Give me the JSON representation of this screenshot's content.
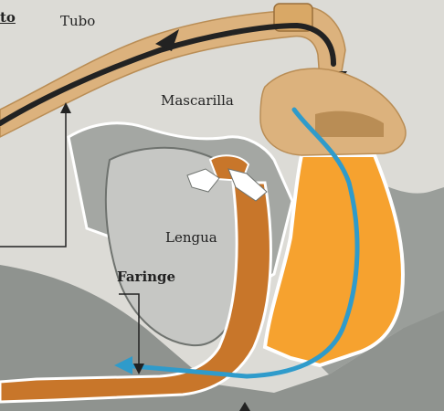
{
  "labels": {
    "cut_off_heading": "to",
    "tube": "Tubo",
    "mask": "Mascarilla",
    "tongue": "Lengua",
    "pharynx": "Faringe"
  },
  "colors": {
    "background": "#dcdbd6",
    "tube": "#dcb27d",
    "tissue_dark": "#8f938f",
    "tissue_light": "#c6c7c4",
    "airway_orange": "#f6a22f",
    "airway_brown": "#c8762a",
    "airflow_blue": "#2f9bcb",
    "arrow_dark": "#222222",
    "outline": "#ffffff"
  }
}
